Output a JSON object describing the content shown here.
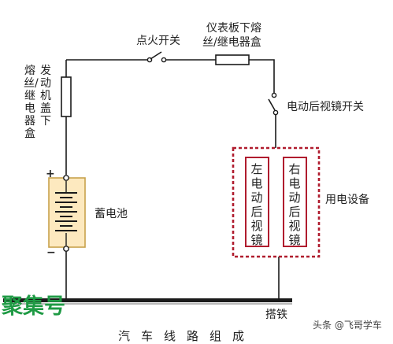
{
  "diagram": {
    "labels": {
      "ignition_switch": "点火开关",
      "dash_fuse_line1": "仪表板下熔",
      "dash_fuse_line2": "丝/继电器盒",
      "engine_fuse_title": "发动机盖下",
      "engine_fuse_sub": "熔丝/继电器盒",
      "mirror_switch": "电动后视镜开关",
      "battery": "蓄电池",
      "load_group": "用电设备",
      "left_mirror": "左电动后视镜",
      "right_mirror": "右电动后视镜",
      "ground": "搭铁",
      "plus_sign": "+",
      "minus_sign": "−",
      "cropped_caption": "汽车线路组成"
    },
    "colors": {
      "wire": "#1a1a1a",
      "load_frame": "#b01c2e",
      "battery_fill": "#fde9bf",
      "battery_border": "#c8a24c",
      "brand": "#1e9a44"
    }
  },
  "watermark": {
    "brand": "聚集号",
    "credit": "头条 @飞哥学车"
  }
}
